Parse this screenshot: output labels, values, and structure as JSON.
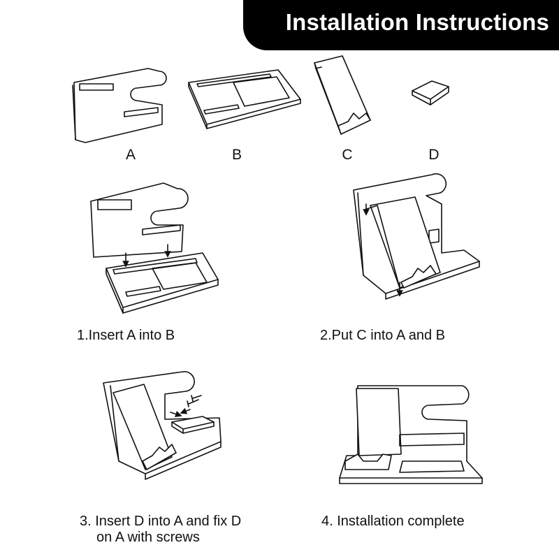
{
  "banner": {
    "title": "Installation Instructions"
  },
  "parts": [
    {
      "label": "A"
    },
    {
      "label": "B"
    },
    {
      "label": "C"
    },
    {
      "label": "D"
    }
  ],
  "steps": [
    {
      "text": "1.Insert A into B"
    },
    {
      "text": "2.Put C into A and B"
    },
    {
      "text": "3. Insert D into A and fix D",
      "text_line2": "on A with screws"
    },
    {
      "text": "4. Installation complete"
    }
  ],
  "colors": {
    "banner_bg": "#000000",
    "banner_text": "#ffffff",
    "line": "#111111"
  }
}
